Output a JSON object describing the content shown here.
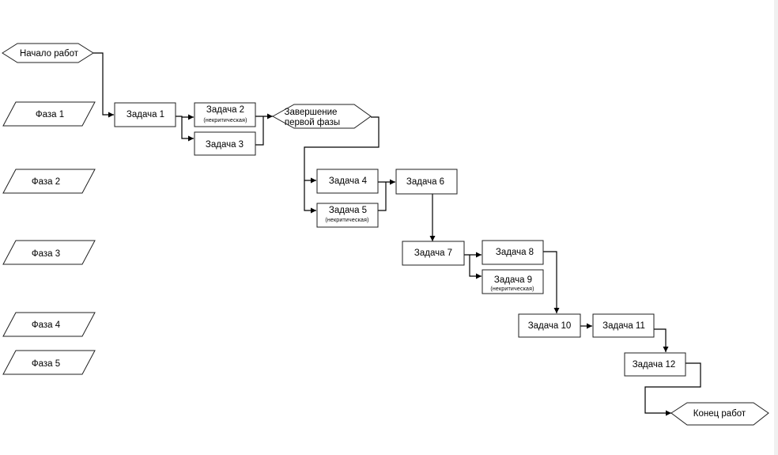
{
  "start": "Начало работ",
  "end": "Конец работ",
  "milestone": [
    "Завершение",
    "первой фазы"
  ],
  "phases": [
    "Фаза 1",
    "Фаза 2",
    "Фаза 3",
    "Фаза 4",
    "Фаза 5"
  ],
  "tasks": {
    "t1": "Задача 1",
    "t2": "Задача 2",
    "t3": "Задача 3",
    "t4": "Задача 4",
    "t5": "Задача 5",
    "t6": "Задача 6",
    "t7": "Задача 7",
    "t8": "Задача 8",
    "t9": "Задача 9",
    "t10": "Задача 10",
    "t11": "Задача 11",
    "t12": "Задача 12"
  },
  "noncritical_note": "(некритическая)"
}
